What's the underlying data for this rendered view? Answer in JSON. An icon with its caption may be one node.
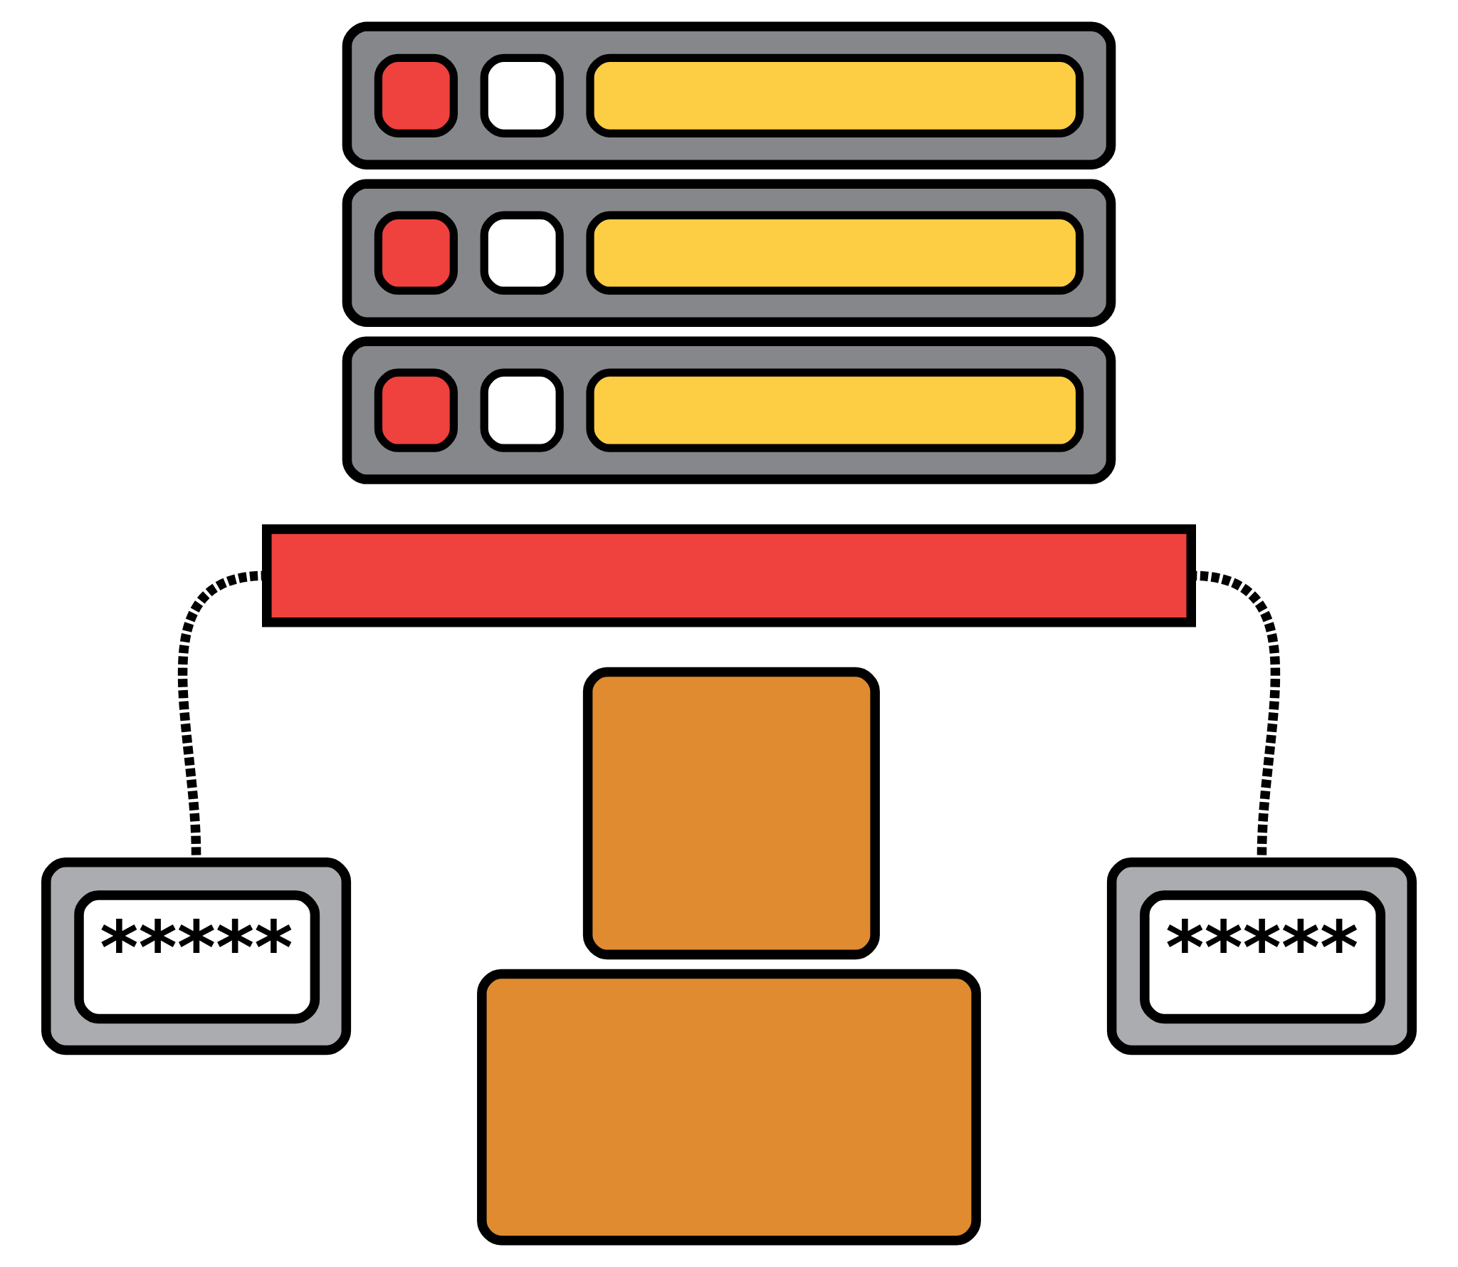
{
  "diagram": {
    "nodes": [
      {
        "text": [],
        "shape": "picture"
      },
      {
        "text": [],
        "shape": "bar"
      },
      {
        "text": [],
        "shape": "person"
      },
      {
        "text": [
          "*****"
        ]
      },
      {
        "text": [
          "*****"
        ]
      }
    ],
    "edges": [
      {
        "from": 3,
        "to": 1,
        "arrow": "none",
        "style": "dashed"
      },
      {
        "from": 4,
        "to": 1,
        "arrow": "none",
        "style": "dashed"
      }
    ]
  }
}
